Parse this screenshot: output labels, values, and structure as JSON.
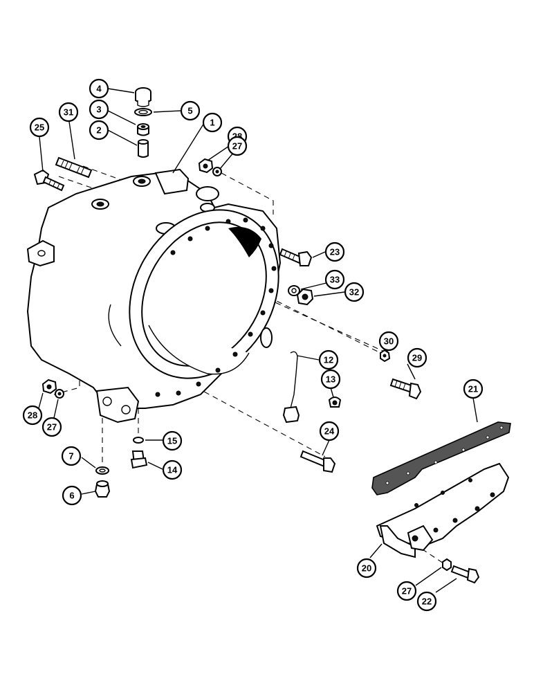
{
  "callouts": [
    {
      "id": "c4",
      "label": "4"
    },
    {
      "id": "c3",
      "label": "3"
    },
    {
      "id": "c5",
      "label": "5"
    },
    {
      "id": "c2",
      "label": "2"
    },
    {
      "id": "c31",
      "label": "31"
    },
    {
      "id": "c1",
      "label": "1"
    },
    {
      "id": "c25",
      "label": "25"
    },
    {
      "id": "c28a",
      "label": "28"
    },
    {
      "id": "c27a",
      "label": "27"
    },
    {
      "id": "c23",
      "label": "23"
    },
    {
      "id": "c33",
      "label": "33"
    },
    {
      "id": "c32",
      "label": "32"
    },
    {
      "id": "c30",
      "label": "30"
    },
    {
      "id": "c29",
      "label": "29"
    },
    {
      "id": "c12",
      "label": "12"
    },
    {
      "id": "c21",
      "label": "21"
    },
    {
      "id": "c13",
      "label": "13"
    },
    {
      "id": "c28b",
      "label": "28"
    },
    {
      "id": "c27b",
      "label": "27"
    },
    {
      "id": "c24",
      "label": "24"
    },
    {
      "id": "c15",
      "label": "15"
    },
    {
      "id": "c7",
      "label": "7"
    },
    {
      "id": "c14",
      "label": "14"
    },
    {
      "id": "c6",
      "label": "6"
    },
    {
      "id": "c20",
      "label": "20"
    },
    {
      "id": "c27c",
      "label": "27"
    },
    {
      "id": "c22",
      "label": "22"
    }
  ]
}
